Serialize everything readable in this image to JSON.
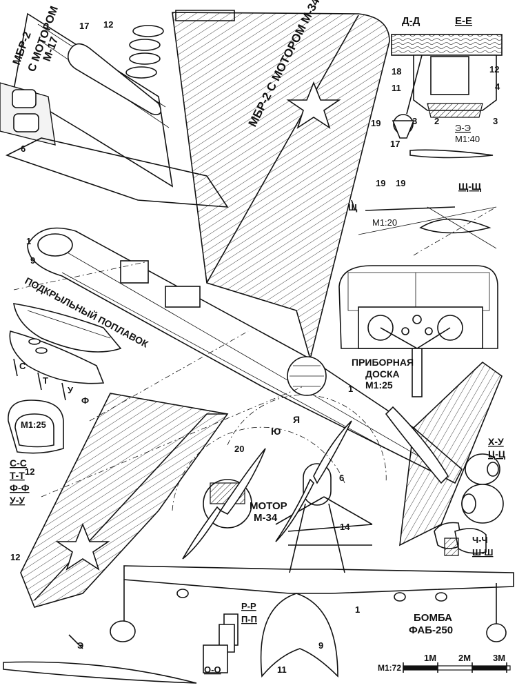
{
  "variants": {
    "m17": [
      "МБР-2",
      "С МОТОРОМ",
      "М-17"
    ],
    "m34": "МБР-2 С МОТОРОМ М-34"
  },
  "sections": {
    "dd": "Д-Д",
    "ee": "Е-Е",
    "ee2": "Э-Э",
    "ee2_scale": "М1:40",
    "shsh": "Щ-Щ",
    "shsh_scale": "М1:20",
    "shsh_letter": "Щ",
    "cc": "С-С",
    "tt": "Т-Т",
    "ff": "Ф-Ф",
    "uu": "У-У",
    "float_scale": "М1:25",
    "xu": "Х-У",
    "tsts": "Ц-Ц",
    "chch": "Ч-Ч",
    "shsh2": "Ш-Ш",
    "rr": "Р-Р",
    "pp": "П-П",
    "oo": "О-О",
    "cut_e": "Э",
    "cut_yu": "Ю",
    "cut_ya": "Я",
    "cut_s": "С",
    "cut_t": "Т",
    "cut_u": "У",
    "cut_f": "Ф"
  },
  "captions": {
    "float": "ПОДКРЫЛЬНЫЙ ПОПЛАВОК",
    "panel": [
      "ПРИБОРНАЯ",
      "ДОСКА",
      "М1:25"
    ],
    "motor": [
      "МОТОР",
      "М-34"
    ],
    "bomb": [
      "БОМБА",
      "ФАБ-250"
    ]
  },
  "callouts": {
    "n1": "1",
    "n2": "2",
    "n3": "3",
    "n4": "4",
    "n6": "6",
    "n9": "9",
    "n11": "11",
    "n12": "12",
    "n14": "14",
    "n17": "17",
    "n18": "18",
    "n19": "19",
    "n20": "20"
  },
  "scale_bar": {
    "label": "М1:72",
    "ticks": [
      "1М",
      "2М",
      "3М"
    ]
  }
}
